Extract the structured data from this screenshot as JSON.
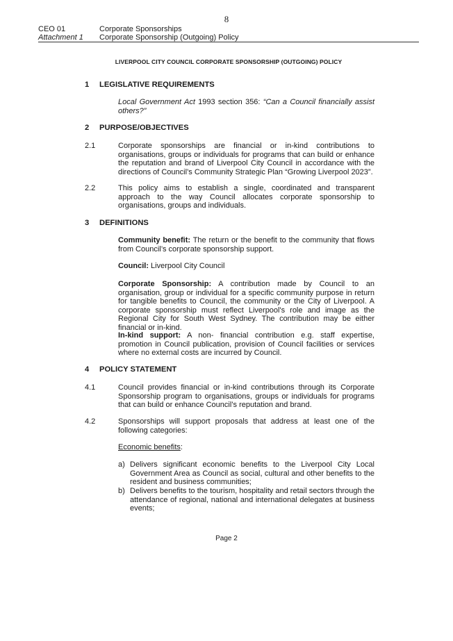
{
  "top_page_number": "8",
  "header": {
    "ref_code": "CEO 01",
    "attachment": "Attachment 1",
    "line1": "Corporate Sponsorships",
    "line2": "Corporate Sponsorship (Outgoing) Policy"
  },
  "doc_title": "LIVERPOOL CITY COUNCIL CORPORATE SPONSORSHIP (OUTGOING) POLICY",
  "s1": {
    "num": "1",
    "heading": "LEGISLATIVE REQUIREMENTS",
    "act": "Local Government Act",
    "act_rest": " 1993 section 356: ",
    "quote": "“Can a Council financially assist others?”"
  },
  "s2": {
    "num": "2",
    "heading": "PURPOSE/OBJECTIVES",
    "p1_num": "2.1",
    "p1": "Corporate sponsorships are financial or in-kind contributions to organisations, groups or individuals for programs that can build or enhance the reputation and brand of Liverpool City Council in accordance with the directions of Council’s Community Strategic Plan “Growing Liverpool 2023”.",
    "p2_num": "2.2",
    "p2": "This policy aims to establish a single, coordinated and transparent approach to the way Council allocates corporate sponsorship to organisations, groups and individuals."
  },
  "s3": {
    "num": "3",
    "heading": "DEFINITIONS",
    "d1_term": "Community benefit:",
    "d1_text": " The return or the benefit to the community that flows from Council’s corporate sponsorship support.",
    "d2_term": "Council:",
    "d2_text": " Liverpool City Council",
    "d3_term": "Corporate Sponsorship:",
    "d3_text": " A contribution made by Council to an organisation, group or individual for a specific community purpose in return for tangible benefits to Council, the community or the City of Liverpool. A corporate sponsorship must reflect Liverpool's role and image as the Regional City for South West Sydney. The contribution may be either financial or in-kind.",
    "d4_term": "In-kind support:",
    "d4_text": " A non- financial contribution e.g. staff expertise, promotion in Council publication, provision of Council facilities or services where no external costs are incurred by Council."
  },
  "s4": {
    "num": "4",
    "heading": "POLICY STATEMENT",
    "p1_num": "4.1",
    "p1": "Council provides financial or in-kind contributions through its Corporate Sponsorship program to organisations, groups or individuals for programs that can build or enhance Council’s reputation and brand.",
    "p2_num": "4.2",
    "p2": "Sponsorships will support proposals that address at least one of the following categories:",
    "subhead": "Economic benefits",
    "subhead_colon": ":",
    "items": [
      {
        "letter": "a)",
        "text": "Delivers significant economic benefits to the Liverpool City Local Government Area as Council as social, cultural and other benefits to the resident and business communities;"
      },
      {
        "letter": "b)",
        "text": "Delivers benefits to the tourism, hospitality and retail sectors through the attendance of regional, national and international delegates at business events;"
      }
    ]
  },
  "footer": "Page 2"
}
